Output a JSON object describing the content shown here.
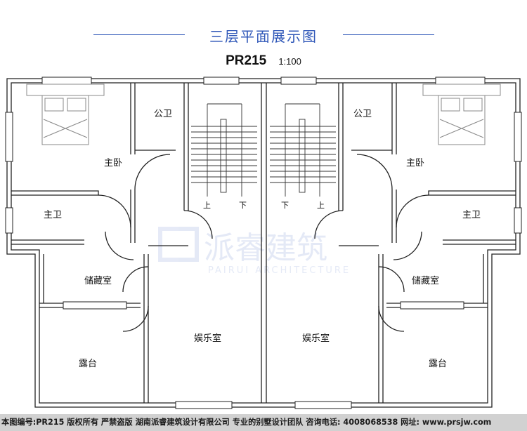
{
  "heading": "三层平面展示图",
  "plan_code": "PR215",
  "scale": "1:100",
  "rooms": {
    "master_bedroom": "主卧",
    "master_bath": "主卫",
    "public_bath": "公卫",
    "storage": "储藏室",
    "entertainment": "娱乐室",
    "terrace": "露台"
  },
  "stairs": {
    "up": "上",
    "down": "下"
  },
  "watermark": {
    "brand": "派睿建筑",
    "latin": "PAIRUI ARCHITECTURE"
  },
  "footer": "本图编号:PR215 版权所有 严禁盗版 湖南派睿建筑设计有限公司 专业的别墅设计团队 咨询电话: 4008068538 网址: www.prsjw.com",
  "colors": {
    "accent": "#2f57b8",
    "line": "#222222",
    "footer_bg": "#d1d1d1"
  }
}
